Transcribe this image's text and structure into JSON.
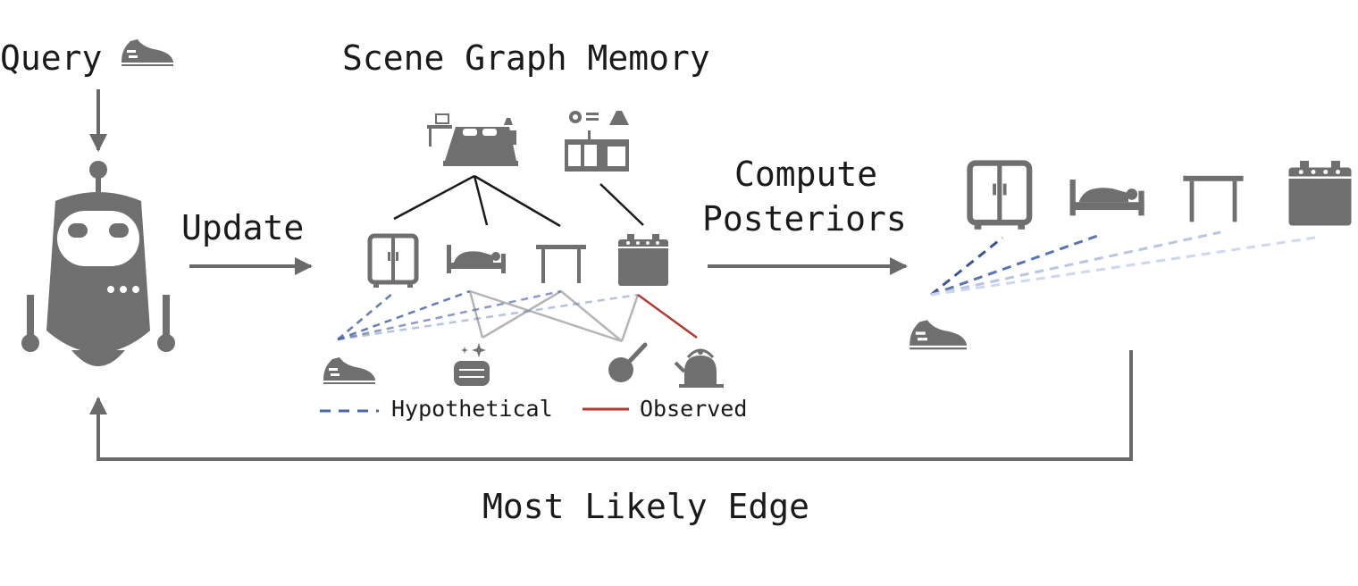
{
  "labels": {
    "query": "Query",
    "scene_graph_memory": "Scene Graph Memory",
    "update": "Update",
    "compute_line1": "Compute",
    "compute_line2": "Posteriors",
    "most_likely_edge": "Most Likely Edge",
    "legend_hypothetical": "Hypothetical",
    "legend_observed": "Observed"
  },
  "colors": {
    "icon": "#6f6f6f",
    "arrow": "#6a6a6a",
    "hypothetical": "#4a66a8",
    "observed": "#b23a32",
    "graph_edge": "#1a1a1a",
    "candidate_edge": "#b5b5b5"
  },
  "icons": [
    "sneaker-icon",
    "robot-icon",
    "bedroom-icon",
    "kitchen-icon",
    "wardrobe-icon",
    "bed-icon",
    "table-icon",
    "stove-icon",
    "towel-icon",
    "pan-icon",
    "kettle-icon"
  ]
}
